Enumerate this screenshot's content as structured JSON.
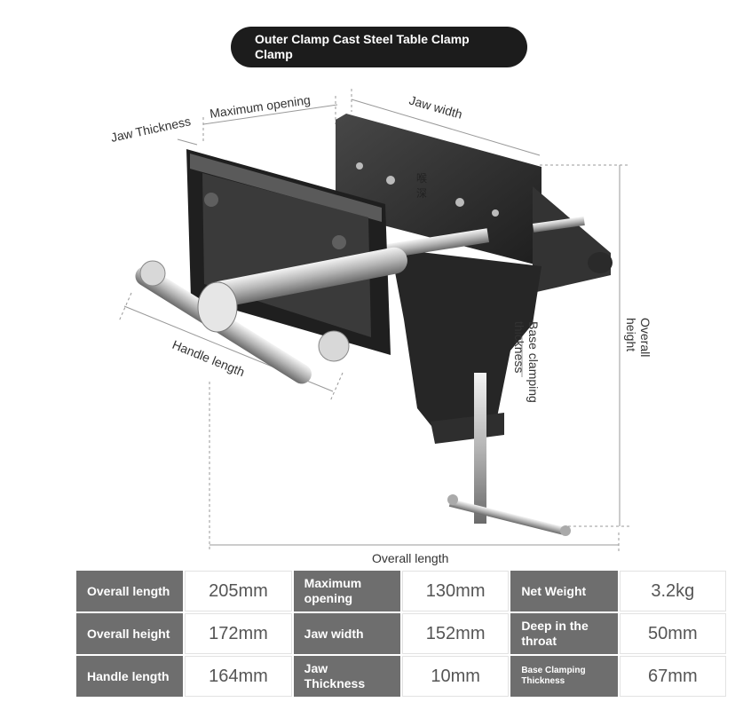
{
  "title": {
    "line1": "Outer Clamp Cast Steel Table Clamp",
    "line2": "Clamp"
  },
  "diagram": {
    "labels": {
      "jaw_thickness": "Jaw Thickness",
      "maximum_opening": "Maximum opening",
      "jaw_width": "Jaw width",
      "overall_height_line1": "Overall",
      "overall_height_line2": "height",
      "base_clamping_line1": "Base clamping",
      "base_clamping_line2": "thickness",
      "handle_length": "Handle length",
      "overall_length": "Overall length",
      "throat_char1": "喉",
      "throat_char2": "深"
    },
    "colors": {
      "cast_iron": "#2b2b2b",
      "steel": "#c8c8c8",
      "dimension_line": "#999999"
    }
  },
  "specs": {
    "rows": [
      [
        {
          "key": "Overall length",
          "value": "205mm"
        },
        {
          "key": "Maximum opening",
          "value": "130mm"
        },
        {
          "key": "Net Weight",
          "value": "3.2kg"
        }
      ],
      [
        {
          "key": "Overall height",
          "value": "172mm"
        },
        {
          "key": "Jaw width",
          "value": "152mm"
        },
        {
          "key": "Deep in the throat",
          "value": "50mm"
        }
      ],
      [
        {
          "key": "Handle length",
          "value": "164mm"
        },
        {
          "key": "Jaw Thickness",
          "value": "10mm"
        },
        {
          "key": "Base Clamping Thickness",
          "value": "67mm"
        }
      ]
    ],
    "colors": {
      "key_bg": "#6e6e6e",
      "value_text": "#555555"
    }
  }
}
